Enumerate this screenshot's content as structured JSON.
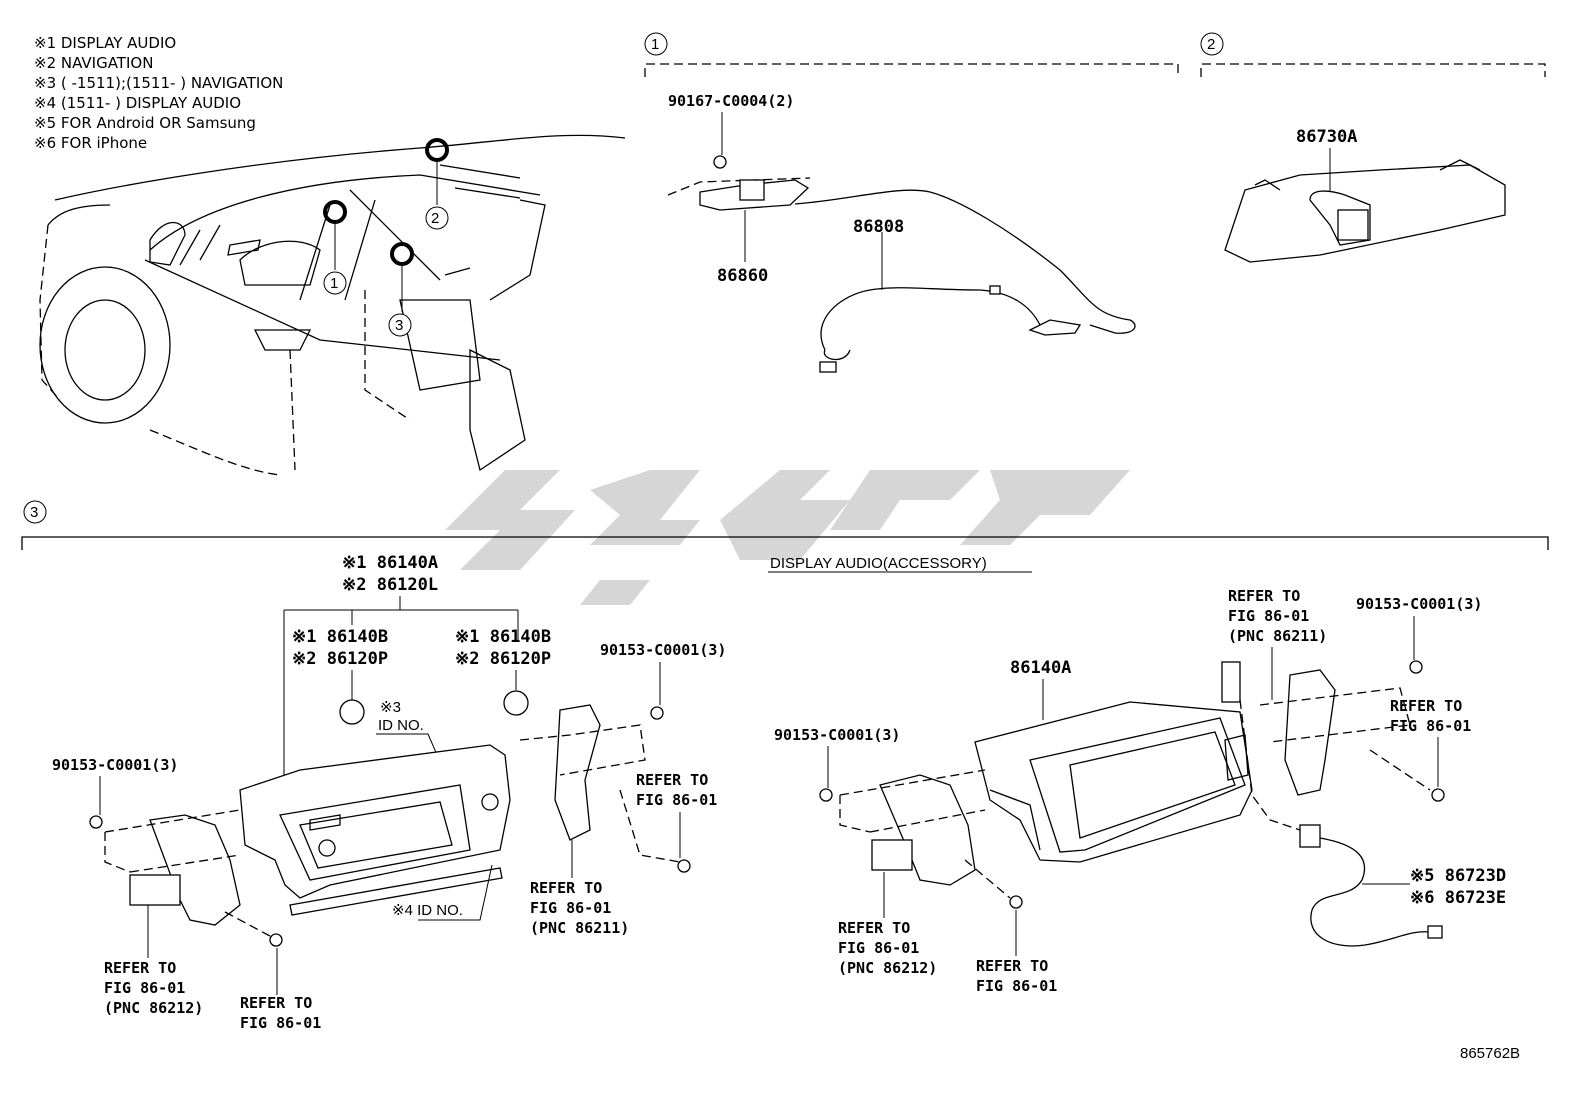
{
  "notes": [
    "※1 DISPLAY AUDIO",
    "※2 NAVIGATION",
    "※3 (       -1511);(1511-       ) NAVIGATION",
    "※4 (1511-        ) DISPLAY AUDIO",
    "※5 FOR Android OR Samsung",
    "※6 FOR iPhone"
  ],
  "callouts": [
    "1",
    "2",
    "3"
  ],
  "section1": {
    "screw": "90167-C0004(2)",
    "bracket": "86860",
    "wire": "86808"
  },
  "section2": {
    "part": "86730A"
  },
  "section3": {
    "subtitle": "DISPLAY AUDIO(ACCESSORY)",
    "left": {
      "main_a": "※1 86140A",
      "main_b": "※2 86120L",
      "knob_left_a": "※1 86140B",
      "knob_left_b": "※2 86120P",
      "knob_right_a": "※1 86140B",
      "knob_right_b": "※2 86120P",
      "id3_a": "※3",
      "id3_b": "ID NO.",
      "id4": "※4 ID NO.",
      "screw_left": "90153-C0001(3)",
      "screw_right": "90153-C0001(3)",
      "refer_a1": "REFER TO",
      "refer_a2": "FIG 86-01",
      "refer_a3": "(PNC 86212)",
      "refer_b1": "REFER TO",
      "refer_b2": "FIG 86-01",
      "refer_c1": "REFER TO",
      "refer_c2": "FIG 86-01",
      "refer_c3": "(PNC 86211)",
      "refer_d1": "REFER TO",
      "refer_d2": "FIG 86-01"
    },
    "right": {
      "main": "86140A",
      "screw_left": "90153-C0001(3)",
      "screw_right": "90153-C0001(3)",
      "refer_a1": "REFER TO",
      "refer_a2": "FIG 86-01",
      "refer_a3": "(PNC 86211)",
      "refer_b1": "REFER TO",
      "refer_b2": "FIG 86-01",
      "refer_c1": "REFER TO",
      "refer_c2": "FIG 86-01",
      "refer_c3": "(PNC 86212)",
      "refer_d1": "REFER TO",
      "refer_d2": "FIG 86-01",
      "cable_a": "※5 86723D",
      "cable_b": "※6 86723E"
    }
  },
  "diagram_id": "865762B"
}
